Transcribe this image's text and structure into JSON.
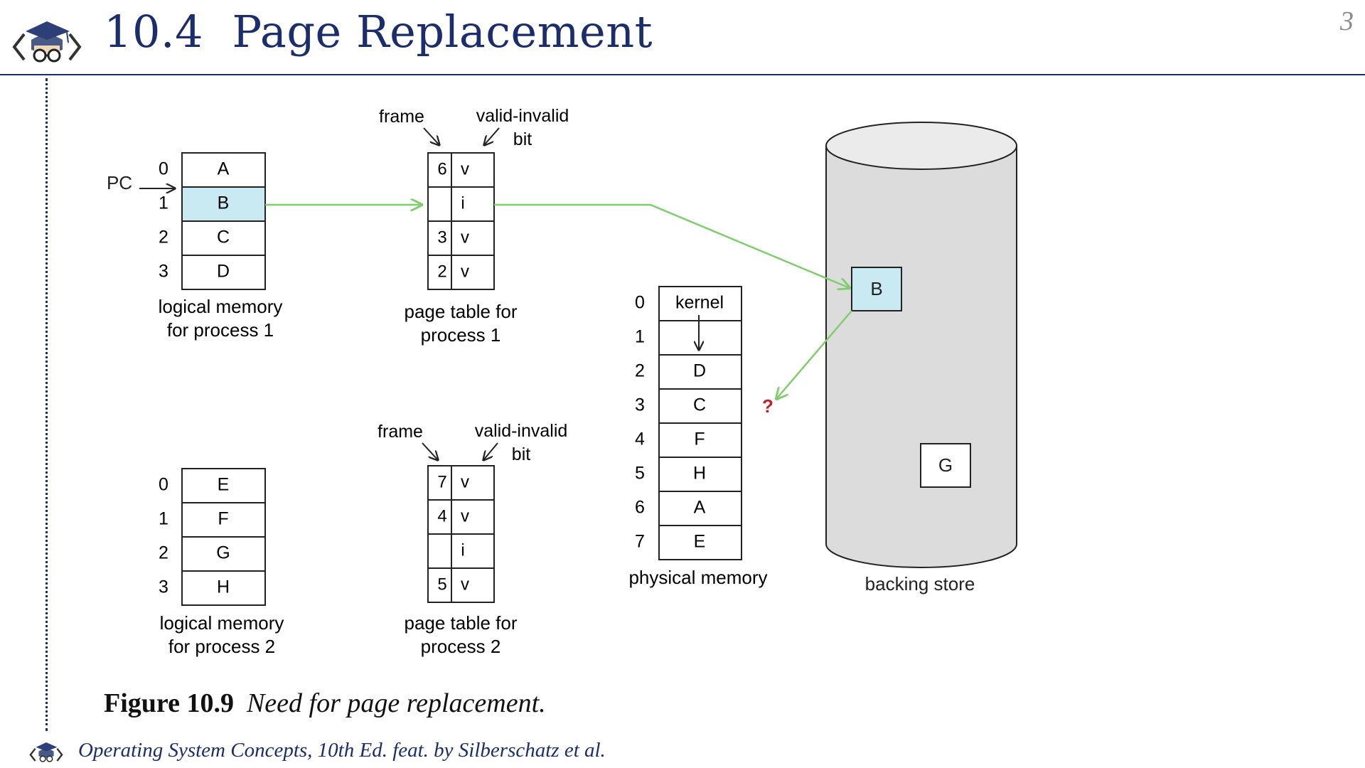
{
  "header": {
    "title": "10.4  Page Replacement",
    "page_number": "3"
  },
  "footer": {
    "text": "Operating System Concepts, 10th Ed. feat. by Silberschatz et al."
  },
  "caption": {
    "number": "Figure 10.9",
    "text": "Need for page replacement."
  },
  "colors": {
    "accent": "#1c2d6b",
    "highlight": "#c9eaf3",
    "arrow": "#7fcd6c",
    "question": "#c0202a"
  },
  "diagram": {
    "pc_label": "PC",
    "process1": {
      "pages": [
        "A",
        "B",
        "C",
        "D"
      ],
      "page_numbers": [
        "0",
        "1",
        "2",
        "3"
      ],
      "label_line1": "logical memory",
      "label_line2": "for process 1"
    },
    "page_table1": {
      "header_frame": "frame",
      "header_valid_line1": "valid-invalid",
      "header_valid_line2": "bit",
      "rows": [
        {
          "frame": "6",
          "bit": "v"
        },
        {
          "frame": "",
          "bit": "i"
        },
        {
          "frame": "3",
          "bit": "v"
        },
        {
          "frame": "2",
          "bit": "v"
        }
      ],
      "label_line1": "page table for",
      "label_line2": "process 1"
    },
    "process2": {
      "pages": [
        "E",
        "F",
        "G",
        "H"
      ],
      "page_numbers": [
        "0",
        "1",
        "2",
        "3"
      ],
      "label_line1": "logical memory",
      "label_line2": "for process 2"
    },
    "page_table2": {
      "header_frame": "frame",
      "header_valid_line1": "valid-invalid",
      "header_valid_line2": "bit",
      "rows": [
        {
          "frame": "7",
          "bit": "v"
        },
        {
          "frame": "4",
          "bit": "v"
        },
        {
          "frame": "",
          "bit": "i"
        },
        {
          "frame": "5",
          "bit": "v"
        }
      ],
      "label_line1": "page table for",
      "label_line2": "process 2"
    },
    "physical_memory": {
      "frame_numbers": [
        "0",
        "1",
        "2",
        "3",
        "4",
        "5",
        "6",
        "7"
      ],
      "frames": [
        "kernel",
        "",
        "D",
        "C",
        "F",
        "H",
        "A",
        "E"
      ],
      "label": "physical memory"
    },
    "backing_store": {
      "label": "backing store",
      "page_b": "B",
      "page_g": "G"
    },
    "question_mark": "?"
  }
}
